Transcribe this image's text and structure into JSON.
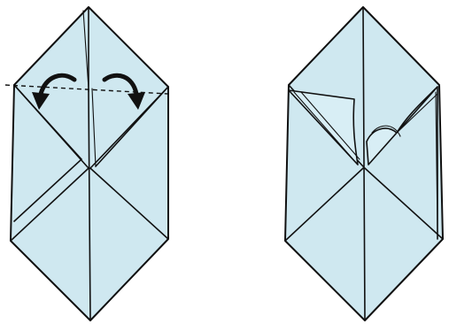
{
  "diagram": {
    "steps": [
      {
        "name": "step-fold-flaps-outward",
        "instruction_marks": [
          "dashed-fold-line",
          "left-curved-arrow",
          "right-curved-arrow"
        ]
      },
      {
        "name": "step-result-flaps-open"
      }
    ]
  },
  "colors": {
    "paper": "#cfe8f0",
    "outline": "#111111",
    "background": "#ffffff"
  }
}
